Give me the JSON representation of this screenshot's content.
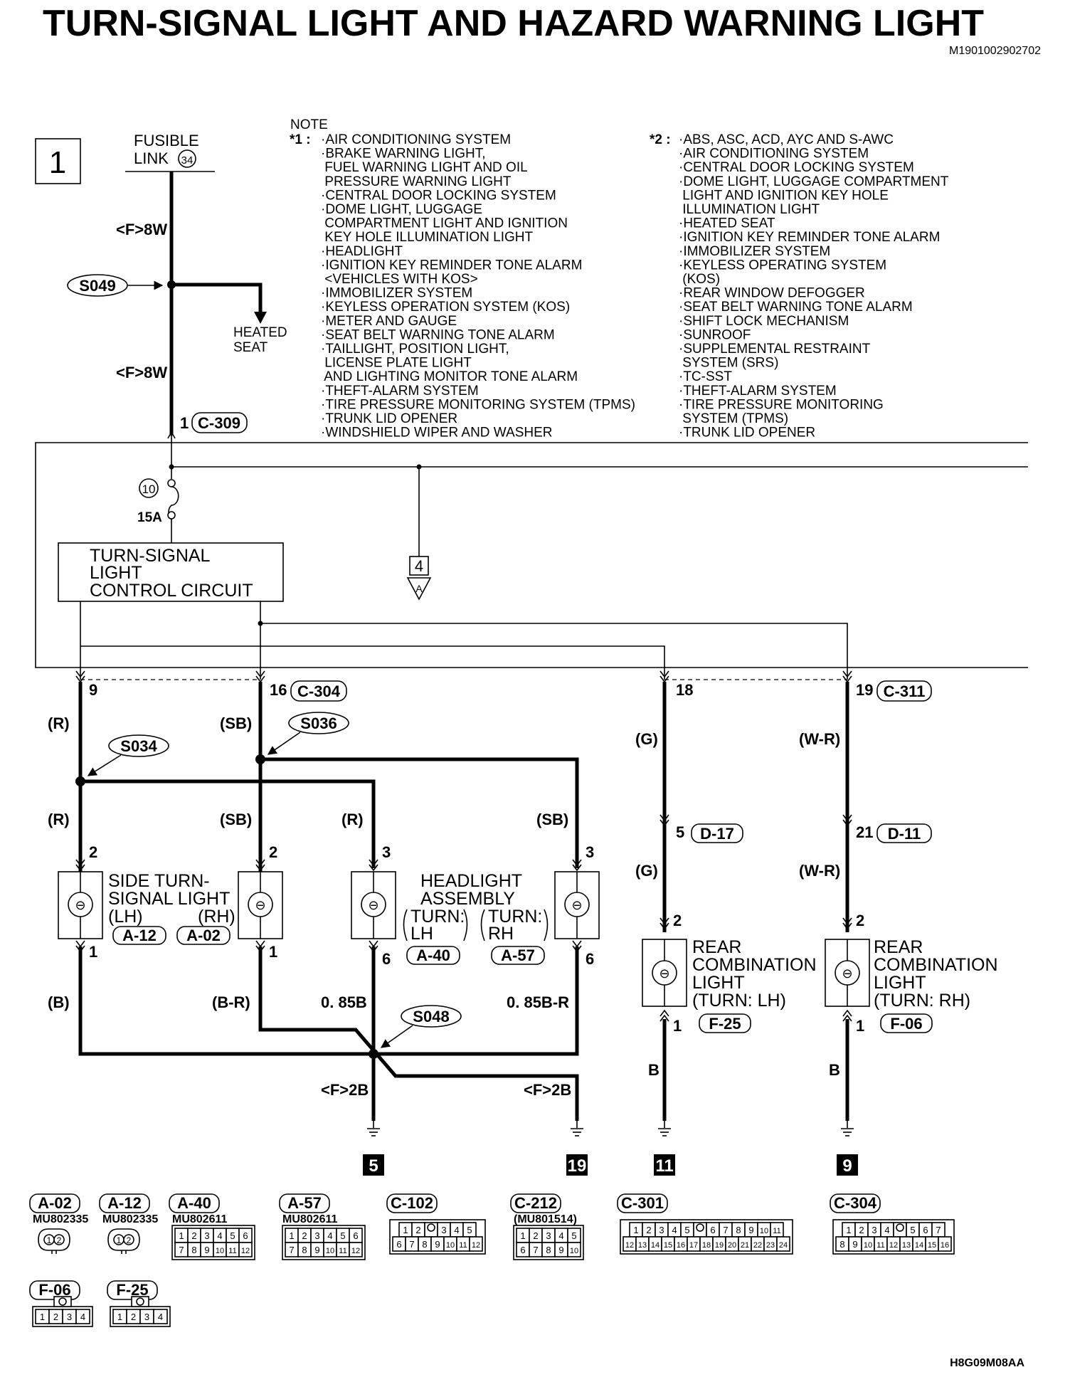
{
  "header": {
    "title": "TURN-SIGNAL LIGHT AND HAZARD WARNING LIGHT",
    "doc_code": "M1901002902702",
    "figure_code": "H8G09M08AA",
    "page_marker": "1"
  },
  "fusible_link": {
    "label_line1": "FUSIBLE",
    "label_line2": "LINK",
    "number": "34"
  },
  "fuse": {
    "number": "10",
    "rating": "15A"
  },
  "control_circuit": {
    "line1": "TURN-SIGNAL",
    "line2": "LIGHT",
    "line3": "CONTROL CIRCUIT"
  },
  "heated_seat": {
    "line1": "HEATED",
    "line2": "SEAT"
  },
  "branch_ref": {
    "number": "4",
    "letter": "A"
  },
  "splices": {
    "s049": "S049",
    "s034": "S034",
    "s036": "S036",
    "s048": "S048"
  },
  "notes": {
    "heading": "NOTE",
    "note1_mark": "*1 :",
    "note1_items": [
      "·AIR CONDITIONING SYSTEM",
      "·BRAKE WARNING LIGHT,",
      " FUEL WARNING LIGHT AND OIL",
      " PRESSURE WARNING LIGHT",
      "·CENTRAL DOOR LOCKING SYSTEM",
      "·DOME LIGHT, LUGGAGE",
      " COMPARTMENT LIGHT AND IGNITION",
      " KEY HOLE ILLUMINATION LIGHT",
      "·HEADLIGHT",
      "·IGNITION KEY REMINDER TONE ALARM",
      " <VEHICLES WITH KOS>",
      "·IMMOBILIZER SYSTEM",
      "·KEYLESS OPERATION SYSTEM (KOS)",
      "·METER AND GAUGE",
      "·SEAT BELT WARNING TONE ALARM",
      "·TAILLIGHT, POSITION LIGHT,",
      " LICENSE PLATE LIGHT",
      " AND LIGHTING MONITOR TONE ALARM",
      "·THEFT-ALARM SYSTEM",
      "·TIRE PRESSURE MONITORING SYSTEM (TPMS)",
      "·TRUNK LID OPENER",
      "·WINDSHIELD WIPER AND WASHER"
    ],
    "note2_mark": "*2 :",
    "note2_items": [
      "·ABS, ASC, ACD, AYC AND S-AWC",
      "·AIR CONDITIONING SYSTEM",
      "·CENTRAL DOOR LOCKING SYSTEM",
      "·DOME LIGHT, LUGGAGE COMPARTMENT",
      " LIGHT AND IGNITION KEY HOLE",
      " ILLUMINATION LIGHT",
      "·HEATED SEAT",
      "·IGNITION KEY REMINDER TONE ALARM",
      "·IMMOBILIZER SYSTEM",
      "·KEYLESS OPERATING SYSTEM",
      " (KOS)",
      "·REAR WINDOW DEFOGGER",
      "·SEAT BELT WARNING TONE ALARM",
      "·SHIFT LOCK MECHANISM",
      "·SUNROOF",
      "·SUPPLEMENTAL RESTRAINT",
      " SYSTEM (SRS)",
      "·TC-SST",
      "·THEFT-ALARM SYSTEM",
      "·TIRE PRESSURE MONITORING",
      " SYSTEM (TPMS)",
      "·TRUNK LID OPENER"
    ]
  },
  "wire_labels": {
    "f8w_1": "<F>8W",
    "f8w_2": "<F>8W",
    "r_1": "(R)",
    "r_2": "(R)",
    "r_3": "(R)",
    "sb_1": "(SB)",
    "sb_2": "(SB)",
    "sb_3": "(SB)",
    "g_1": "(G)",
    "g_2": "(G)",
    "wr_1": "(W-R)",
    "wr_2": "(W-R)",
    "b_1": "(B)",
    "br_1": "(B-R)",
    "b085": "0. 85B",
    "br085": "0. 85B-R",
    "f2b_1": "<F>2B",
    "f2b_2": "<F>2B",
    "b_plain_1": "B",
    "b_plain_2": "B"
  },
  "pins": {
    "c309_pin": "1",
    "c309": "C-309",
    "c304_pin9": "9",
    "c304_pin16": "16",
    "c304": "C-304",
    "c311_pin18": "18",
    "c311_pin19": "19",
    "c311": "C-311",
    "d17_pin": "5",
    "d17": "D-17",
    "d11_pin": "21",
    "d11": "D-11",
    "side_lh_top": "2",
    "side_rh_top": "2",
    "head_lh_top": "3",
    "head_rh_top": "3",
    "side_lh_bot": "1",
    "side_rh_bot": "1",
    "head_lh_bot": "6",
    "head_rh_bot": "6",
    "rear_lh_top": "2",
    "rear_rh_top": "2",
    "rear_lh_bot": "1",
    "rear_rh_bot": "1"
  },
  "components": {
    "side_turn": {
      "line1": "SIDE TURN-",
      "line2": "SIGNAL LIGHT",
      "lh": "(LH)",
      "rh": "(RH)",
      "lh_conn": "A-12",
      "rh_conn": "A-02"
    },
    "headlight": {
      "line1": "HEADLIGHT",
      "line2": "ASSEMBLY",
      "lh_l1": "TURN:",
      "lh_l2": "LH",
      "rh_l1": "TURN:",
      "rh_l2": "RH",
      "lh_conn": "A-40",
      "rh_conn": "A-57"
    },
    "rear_lh": {
      "line1": "REAR",
      "line2": "COMBINATION",
      "line3": "LIGHT",
      "line4": "(TURN: LH)",
      "conn": "F-25"
    },
    "rear_rh": {
      "line1": "REAR",
      "line2": "COMBINATION",
      "line3": "LIGHT",
      "line4": "(TURN: RH)",
      "conn": "F-06"
    }
  },
  "grounds": [
    "5",
    "19",
    "11",
    "9"
  ],
  "connector_legend": [
    {
      "name": "A-02",
      "part": "MU802335",
      "pins": "1 2"
    },
    {
      "name": "A-12",
      "part": "MU802335",
      "pins": "1 2"
    },
    {
      "name": "A-40",
      "part": "MU802611",
      "rows": [
        [
          "1",
          "2",
          "3",
          "4",
          "5",
          "6"
        ],
        [
          "7",
          "8",
          "9",
          "10",
          "11",
          "12"
        ]
      ]
    },
    {
      "name": "A-57",
      "part": "MU802611",
      "rows": [
        [
          "1",
          "2",
          "3",
          "4",
          "5",
          "6"
        ],
        [
          "7",
          "8",
          "9",
          "10",
          "11",
          "12"
        ]
      ]
    },
    {
      "name": "C-102",
      "part": "",
      "rows": [
        [
          "1",
          "2",
          "",
          "3",
          "4",
          "5"
        ],
        [
          "6",
          "7",
          "8",
          "9",
          "10",
          "11",
          "12"
        ]
      ]
    },
    {
      "name": "C-212",
      "part": "(MU801514)",
      "rows": [
        [
          "1",
          "2",
          "3",
          "4",
          "5"
        ],
        [
          "6",
          "7",
          "8",
          "9",
          "10"
        ]
      ]
    },
    {
      "name": "C-301",
      "part": "",
      "rows": [
        [
          "1",
          "2",
          "3",
          "4",
          "5",
          "",
          "6",
          "7",
          "8",
          "9",
          "10",
          "11"
        ],
        [
          "12",
          "13",
          "14",
          "15",
          "16",
          "17",
          "18",
          "19",
          "20",
          "21",
          "22",
          "23",
          "24"
        ]
      ]
    },
    {
      "name": "C-304",
      "part": "",
      "rows": [
        [
          "1",
          "2",
          "3",
          "4",
          "",
          "5",
          "6",
          "7"
        ],
        [
          "8",
          "9",
          "10",
          "11",
          "12",
          "13",
          "14",
          "15",
          "16"
        ]
      ]
    },
    {
      "name": "F-06",
      "part": "",
      "rows": [
        [
          "1",
          "2",
          "3",
          "4"
        ]
      ]
    },
    {
      "name": "F-25",
      "part": "",
      "rows": [
        [
          "1",
          "2",
          "3",
          "4"
        ]
      ]
    }
  ]
}
